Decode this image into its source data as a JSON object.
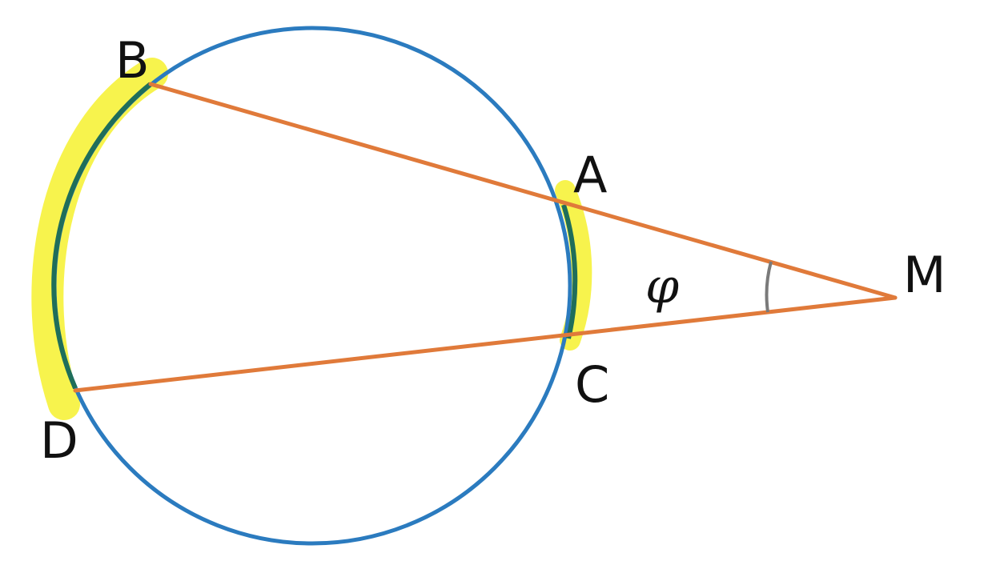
{
  "colors": {
    "circle": "#2b7bbf",
    "secant": "#e07a3a",
    "arc": "#1f6e5a",
    "highlight": "#f6f23a",
    "angle_mark": "#7a7a7a"
  },
  "labels": {
    "B": "B",
    "A": "A",
    "M": "M",
    "C": "C",
    "D": "D",
    "angle": "φ"
  }
}
